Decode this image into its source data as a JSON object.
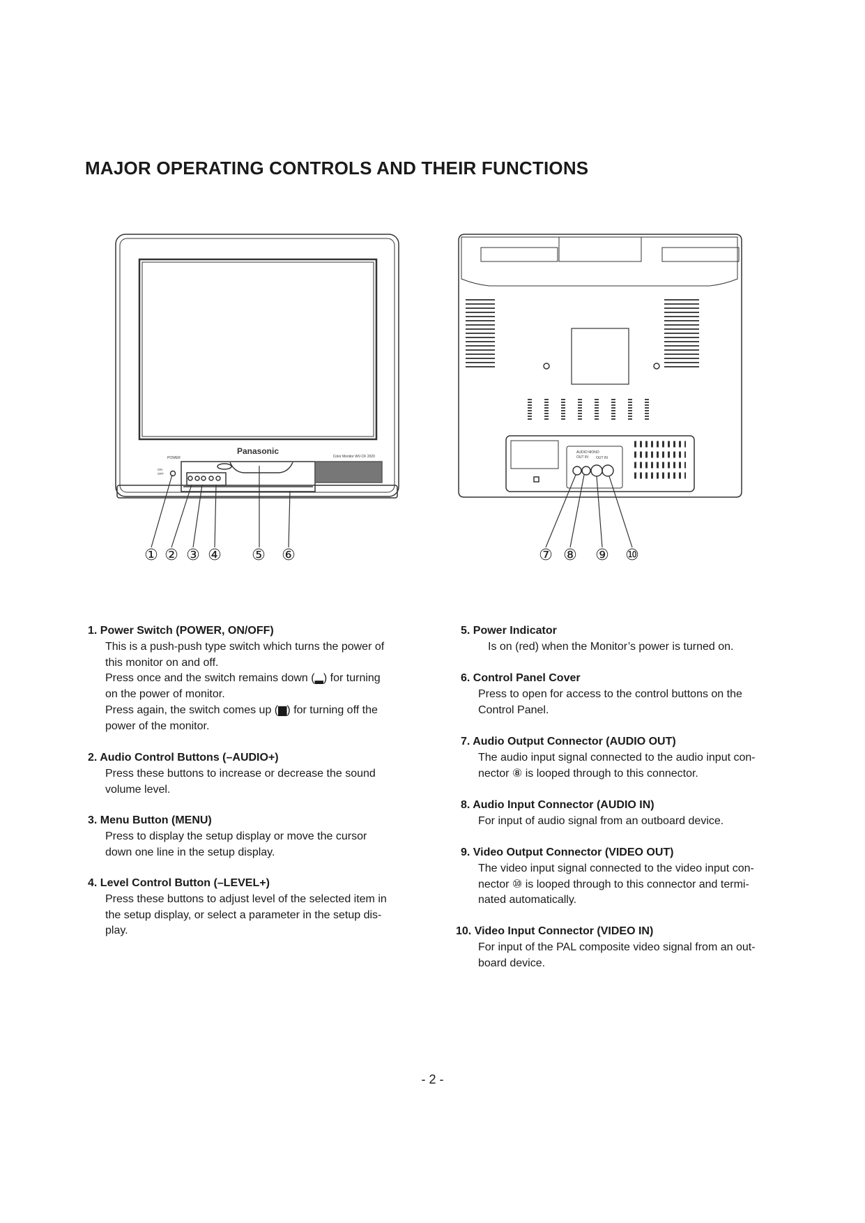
{
  "title": "MAJOR OPERATING CONTROLS AND THEIR FUNCTIONS",
  "front_figure": {
    "brand": "Panasonic",
    "power_label": "POWER",
    "on_label": "ON",
    "off_label": "OFF",
    "model": "Color Monitor WV-CK 2020",
    "callouts": [
      "①",
      "②",
      "③",
      "④",
      "⑤",
      "⑥"
    ]
  },
  "back_figure": {
    "audio_label": "AUDIO MONO",
    "audio_out_in": "OUT IN",
    "video_out_in": "OUT IN",
    "callouts": [
      "⑦",
      "⑧",
      "⑨",
      "⑩"
    ]
  },
  "left_items": [
    {
      "heading": "1. Power Switch (POWER, ON/OFF)",
      "lines": [
        "This is a push-push type switch which turns the power of",
        "this monitor on and off.",
        "Press once and the switch remains down (▂) for turning",
        "on the power of monitor.",
        "Press again, the switch comes up (▆) for turning off the",
        "power of the monitor."
      ]
    },
    {
      "heading": "2. Audio Control Buttons (–AUDIO+)",
      "lines": [
        "Press these buttons to increase or decrease the sound",
        "volume level."
      ]
    },
    {
      "heading": "3. Menu Button (MENU)",
      "lines": [
        "Press to display the setup display or move the cursor",
        "down one line in the setup display."
      ]
    },
    {
      "heading": "4. Level Control Button (–LEVEL+)",
      "lines": [
        "Press these buttons to adjust level of the selected item in",
        "the setup display, or select a parameter in the setup dis-",
        "play."
      ]
    }
  ],
  "right_items": [
    {
      "heading": "5. Power Indicator",
      "lines": [
        "Is on (red) when the Monitor’s power is turned on."
      ]
    },
    {
      "heading": "6. Control Panel Cover",
      "lines": [
        "Press to open for access to the control buttons on the",
        "Control Panel."
      ]
    },
    {
      "heading": "7. Audio Output Connector (AUDIO OUT)",
      "lines": [
        "The audio input signal connected to the audio input con-",
        "nector ⑧ is looped through to this connector."
      ]
    },
    {
      "heading": "8. Audio Input Connector (AUDIO IN)",
      "lines": [
        "For input of audio signal from an outboard device."
      ]
    },
    {
      "heading": "9. Video Output Connector (VIDEO OUT)",
      "lines": [
        "The video input signal connected to the video input con-",
        "nector ⑩ is looped through to this connector and termi-",
        "nated automatically."
      ]
    },
    {
      "heading": "10. Video Input Connector (VIDEO IN)",
      "lines": [
        "For input of the PAL composite video signal from an out-",
        "board device."
      ]
    }
  ],
  "page_number": "- 2 -"
}
